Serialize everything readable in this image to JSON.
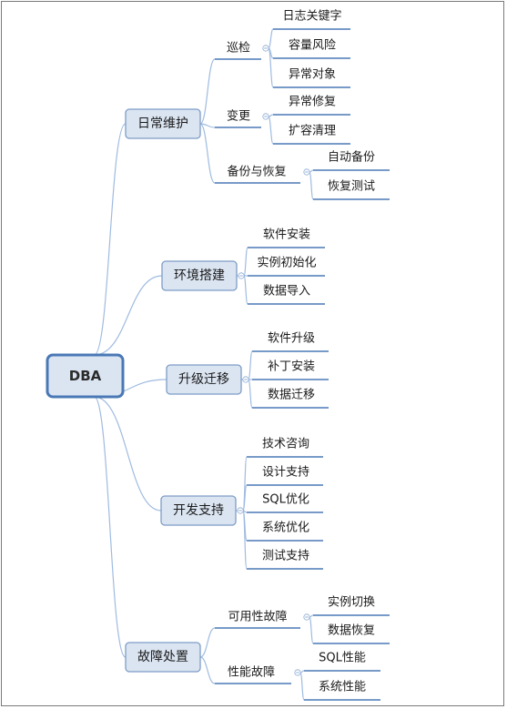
{
  "root": "DBA",
  "branches": [
    {
      "label": "日常维护",
      "subs": [
        {
          "label": "巡检",
          "leaves": [
            "日志关键字",
            "容量风险",
            "异常对象"
          ]
        },
        {
          "label": "变更",
          "leaves": [
            "异常修复",
            "扩容清理"
          ]
        },
        {
          "label": "备份与恢复",
          "leaves": [
            "自动备份",
            "恢复测试"
          ]
        }
      ]
    },
    {
      "label": "环境搭建",
      "leaves": [
        "软件安装",
        "实例初始化",
        "数据导入"
      ]
    },
    {
      "label": "升级迁移",
      "leaves": [
        "软件升级",
        "补丁安装",
        "数据迁移"
      ]
    },
    {
      "label": "开发支持",
      "leaves": [
        "技术咨询",
        "设计支持",
        "SQL优化",
        "系统优化",
        "测试支持"
      ]
    },
    {
      "label": "故障处置",
      "subs": [
        {
          "label": "可用性故障",
          "leaves": [
            "实例切换",
            "数据恢复"
          ]
        },
        {
          "label": "性能故障",
          "leaves": [
            "SQL性能",
            "系统性能"
          ]
        }
      ]
    }
  ]
}
